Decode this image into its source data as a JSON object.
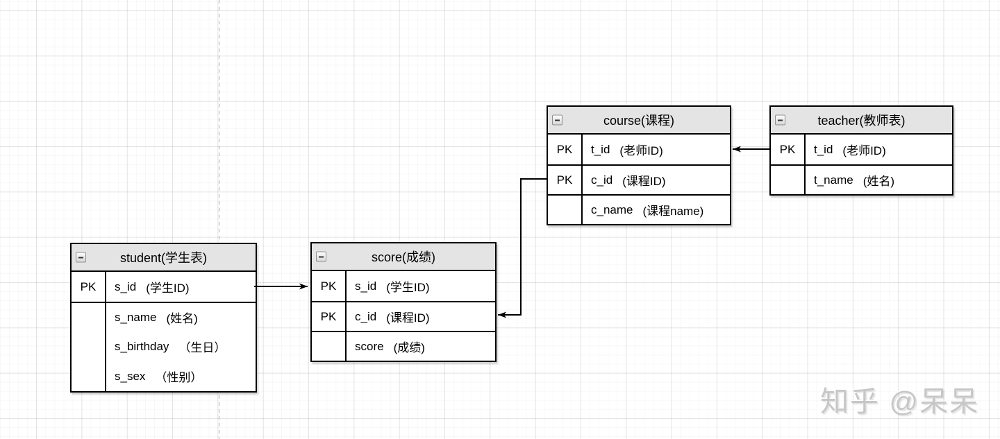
{
  "canvas": {
    "background": "#ffffff",
    "grid_major_color": "#e8e8e8",
    "grid_minor_color": "#f7f7f7",
    "page_divider_color": "#aeaeae"
  },
  "colors": {
    "table_border": "#000000",
    "header_bg": "#e4e4e4",
    "arrow": "#000000"
  },
  "tables": [
    {
      "id": "student",
      "title": "student(学生表)",
      "rows": [
        {
          "pk": "PK",
          "field": "s_id",
          "note": "(学生ID)"
        },
        {
          "pk": "",
          "field": "s_name",
          "note": "(姓名)"
        },
        {
          "pk": "",
          "field": "s_birthday",
          "note": "（生日）"
        },
        {
          "pk": "",
          "field": "s_sex",
          "note": "（性别）"
        }
      ]
    },
    {
      "id": "score",
      "title": "score(成绩)",
      "rows": [
        {
          "pk": "PK",
          "field": "s_id",
          "note": "(学生ID)"
        },
        {
          "pk": "PK",
          "field": "c_id",
          "note": "(课程ID)"
        },
        {
          "pk": "",
          "field": "score",
          "note": "(成绩)"
        }
      ]
    },
    {
      "id": "course",
      "title": "course(课程)",
      "rows": [
        {
          "pk": "PK",
          "field": "t_id",
          "note": "(老师ID)"
        },
        {
          "pk": "PK",
          "field": "c_id",
          "note": "(课程ID)"
        },
        {
          "pk": "",
          "field": "c_name",
          "note": "(课程name)"
        }
      ]
    },
    {
      "id": "teacher",
      "title": "teacher(教师表)",
      "rows": [
        {
          "pk": "PK",
          "field": "t_id",
          "note": "(老师ID)"
        },
        {
          "pk": "",
          "field": "t_name",
          "note": "(姓名)"
        }
      ]
    }
  ],
  "relations": [
    {
      "from": "student.s_id",
      "to": "score.s_id"
    },
    {
      "from": "teacher.t_id",
      "to": "course.t_id"
    },
    {
      "from": "course.c_id",
      "to": "score.c_id"
    }
  ],
  "watermark": {
    "text": "知乎 @呆呆",
    "color": "#c7c7c7"
  }
}
